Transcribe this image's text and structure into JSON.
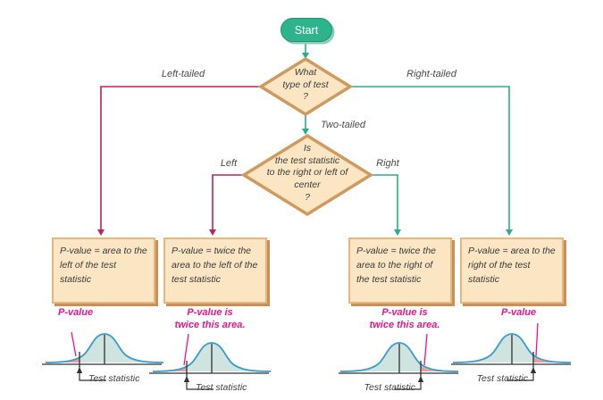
{
  "flow": {
    "start_label": "Start",
    "diamond1_lines": [
      "What",
      "type of test",
      "?"
    ],
    "diamond2_lines": [
      "Is",
      "the test statistic",
      "to the right or left of",
      "center",
      "?"
    ],
    "branch_labels": {
      "left_tailed": "Left-tailed",
      "right_tailed": "Right-tailed",
      "two_tailed": "Two-tailed",
      "left": "Left",
      "right": "Right"
    }
  },
  "boxes": [
    "P-value = area to the left of the test statistic",
    "P-value = twice the area to the left of the test statistic",
    "P-value = twice the area to the right of the test statistic",
    "P-value = area to the right of the test statistic"
  ],
  "plots": [
    {
      "pvalue_lines": [
        "P-value"
      ],
      "ts_label": "Test statistic",
      "tail": "left"
    },
    {
      "pvalue_lines": [
        "P-value is",
        "twice this area."
      ],
      "ts_label": "Test statistic",
      "tail": "left"
    },
    {
      "pvalue_lines": [
        "P-value is",
        "twice this area."
      ],
      "ts_label": "Test statistic",
      "tail": "right"
    },
    {
      "pvalue_lines": [
        "P-value"
      ],
      "ts_label": "Test statistic",
      "tail": "right"
    }
  ],
  "colors": {
    "start_fill": "#2eb48d",
    "green_line": "#29ad8c",
    "red_line": "#c22152",
    "node_fill": "#fbe5c3",
    "node_border": "#cf9a5e",
    "box_shadow": "#c98f55",
    "magenta": "#ec148c",
    "curve_stroke": "#3a9ccc",
    "curve_fill": "#cfe4df",
    "tail_fill": "#f09b9b"
  }
}
